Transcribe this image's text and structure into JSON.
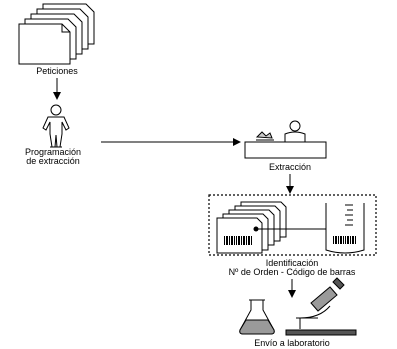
{
  "nodes": {
    "peticiones": {
      "label": "Peticiones"
    },
    "programacion": {
      "line1": "Programación",
      "line2": "de extracción"
    },
    "extraccion": {
      "label": "Extracción"
    },
    "identificacion": {
      "line1": "Identificación",
      "line2": "Nº de Orden - Código de barras"
    },
    "envio": {
      "label": "Envío a laboratorio"
    }
  }
}
